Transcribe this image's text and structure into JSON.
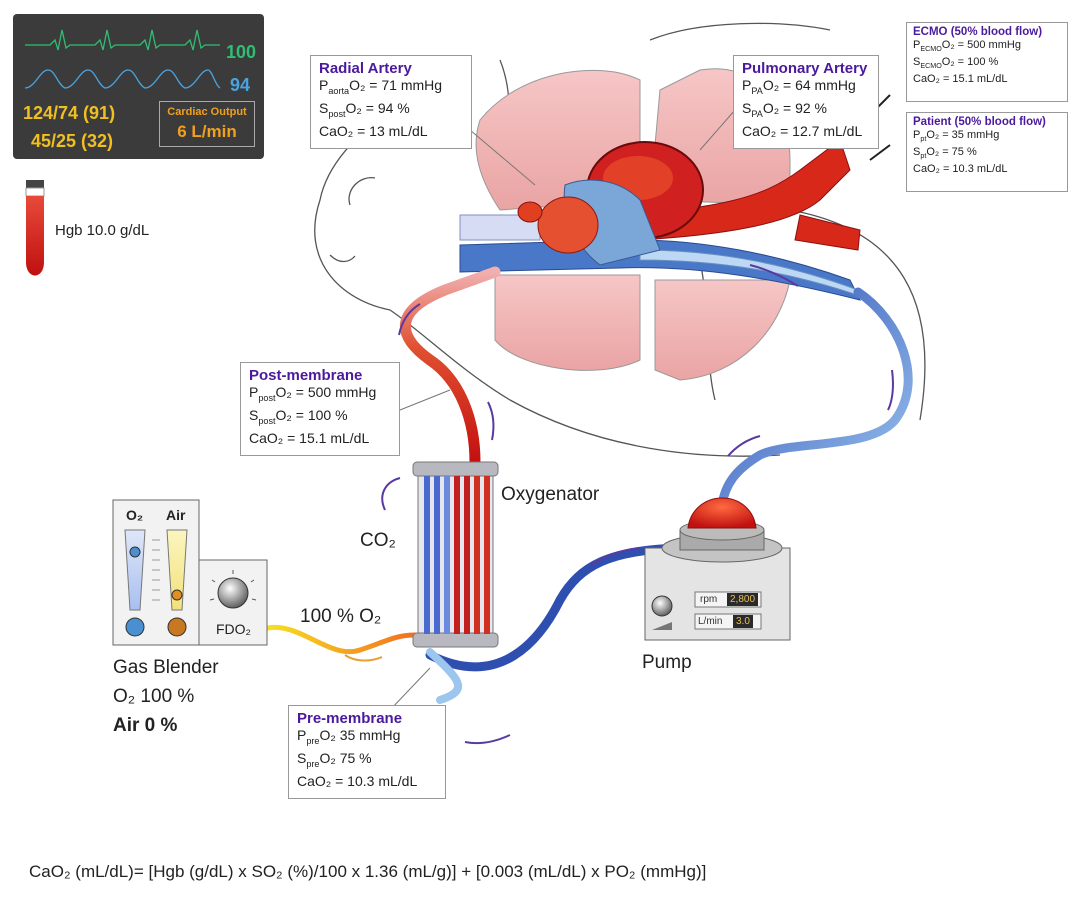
{
  "monitor": {
    "heart_rate": "100",
    "spo2": "94",
    "arterial_bp": "124/74 (91)",
    "pulmonary_bp": "45/25 (32)",
    "cardiac_output_label": "Cardiac Output",
    "cardiac_output_value": "6 L/min",
    "colors": {
      "hr": "#2fbf72",
      "spo2": "#4aa3e0",
      "bp": "#f0c020"
    }
  },
  "hgb": {
    "label": "Hgb 10.0 g/dL"
  },
  "radial_artery": {
    "title": "Radial Artery",
    "p_pre": "P",
    "p_sub": "aorta",
    "p_val": "O₂ = 71 mmHg",
    "s_pre": "S",
    "s_sub": "post",
    "s_val": "O₂ = 94 %",
    "ca_val": "CaO₂ = 13 mL/dL"
  },
  "pulmonary_artery": {
    "title": "Pulmonary Artery",
    "p_pre": "P",
    "p_sub": "PA",
    "p_val": "O₂ = 64 mmHg",
    "s_pre": "S",
    "s_sub": "PA",
    "s_val": "O₂ = 92 %",
    "ca_val": "CaO₂ = 12.7 mL/dL"
  },
  "ecmo": {
    "title": "ECMO (50% blood flow)",
    "p_pre": "P",
    "p_sub": "ECMO",
    "p_val": "O₂ = 500 mmHg",
    "s_pre": "S",
    "s_sub": "ECMO",
    "s_val": "O₂ = 100 %",
    "ca_val": "CaO₂ = 15.1 mL/dL"
  },
  "patient": {
    "title": "Patient (50% blood flow)",
    "p_pre": "P",
    "p_sub": "pt",
    "p_val": "O₂ = 35 mmHg",
    "s_pre": "S",
    "s_sub": "pt",
    "s_val": "O₂ = 75 %",
    "ca_val": "CaO₂ = 10.3 mL/dL"
  },
  "post_membrane": {
    "title": "Post-membrane",
    "p_pre": "P",
    "p_sub": "post",
    "p_val": "O₂ = 500 mmHg",
    "s_pre": "S",
    "s_sub": "post",
    "s_val": "O₂ = 100 %",
    "ca_val": "CaO₂ = 15.1 mL/dL"
  },
  "pre_membrane": {
    "title": "Pre-membrane",
    "p_pre": "P",
    "p_sub": "pre",
    "p_val": "O₂ 35 mmHg",
    "s_pre": "S",
    "s_sub": "pre",
    "s_val": "O₂ 75 %",
    "ca_val": "CaO₂ = 10.3 mL/dL"
  },
  "labels": {
    "oxygenator": "Oxygenator",
    "co2": "CO₂",
    "o2_supply": "100 % O₂",
    "pump": "Pump",
    "gas_blender": "Gas Blender",
    "blender_o2": "O₂ 100 %",
    "blender_air": "Air 0 %",
    "blender_o2_col": "O₂",
    "blender_air_col": "Air",
    "fdo2": "FDO₂"
  },
  "pump": {
    "rpm_label": "rpm",
    "rpm_value": "2,800",
    "flow_label": "L/min",
    "flow_value": "3.0"
  },
  "formula": "CaO₂ (mL/dL)= [Hgb (g/dL) x SO₂ (%)/100 x 1.36 (mL/g)] + [0.003 (mL/dL) x PO₂ (mmHg)]"
}
